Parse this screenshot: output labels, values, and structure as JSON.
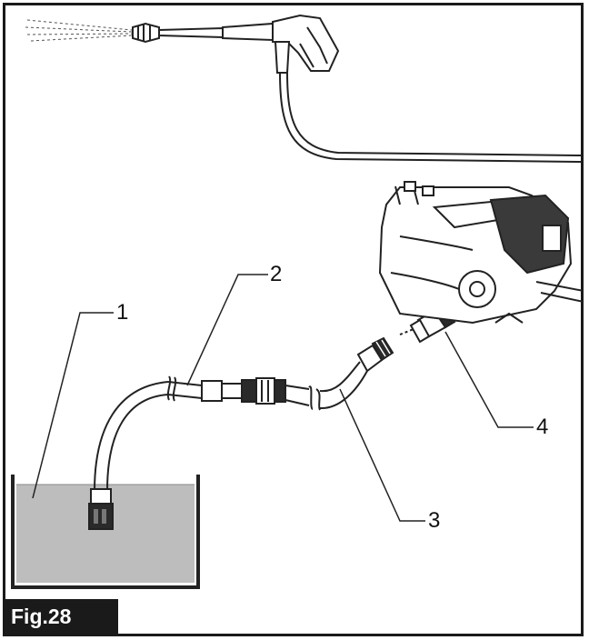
{
  "figure": {
    "label": "Fig.28",
    "callouts": [
      {
        "id": "1",
        "text": "1"
      },
      {
        "id": "2",
        "text": "2"
      },
      {
        "id": "3",
        "text": "3"
      },
      {
        "id": "4",
        "text": "4"
      }
    ]
  },
  "colors": {
    "frame": "#1a1a1a",
    "water": "#bdbdbd",
    "line": "#222222",
    "label_bg": "#1a1a1a",
    "label_text": "#ffffff"
  }
}
